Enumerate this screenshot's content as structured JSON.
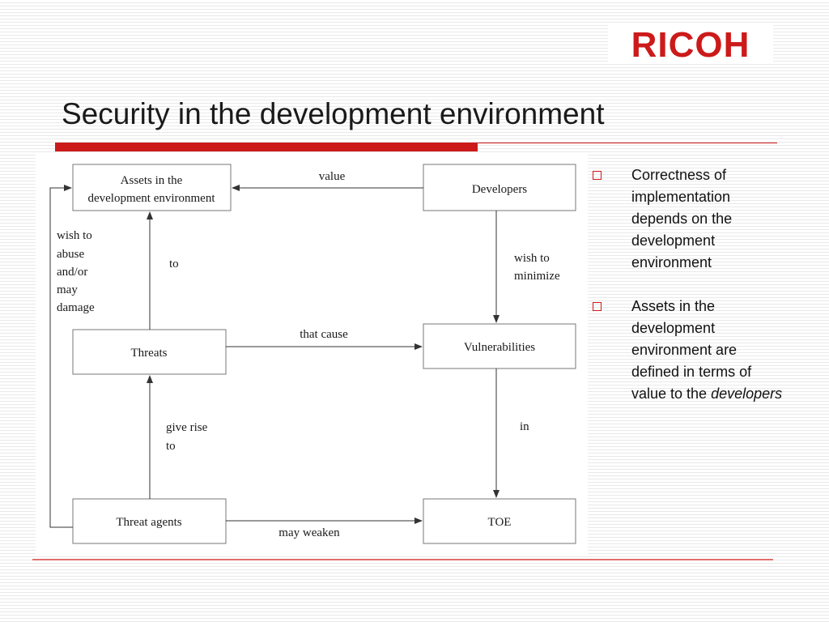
{
  "slide": {
    "title": "Security in the development environment",
    "logo_text": "RICOH",
    "brand_color": "#cc1a1a"
  },
  "diagram": {
    "nodes": {
      "assets": [
        "Assets in the",
        "development environment"
      ],
      "developers": "Developers",
      "threats": "Threats",
      "vulnerabilities": "Vulnerabilities",
      "threat_agents": "Threat agents",
      "toe": "TOE"
    },
    "edges": {
      "value": "value",
      "wish_to_minimize": [
        "wish to",
        "minimize"
      ],
      "to": "to",
      "that_cause": "that cause",
      "wish_to_abuse": [
        "wish to",
        "abuse",
        "and/or",
        "may",
        "damage"
      ],
      "give_rise_to": [
        "give rise",
        "to"
      ],
      "in": "in",
      "may_weaken": "may weaken"
    }
  },
  "bullets": [
    {
      "text": "Correctness of implementation depends on the development environment"
    },
    {
      "text": "Assets in the development environment are defined in terms of value to the ",
      "emphasis": "developers"
    }
  ]
}
